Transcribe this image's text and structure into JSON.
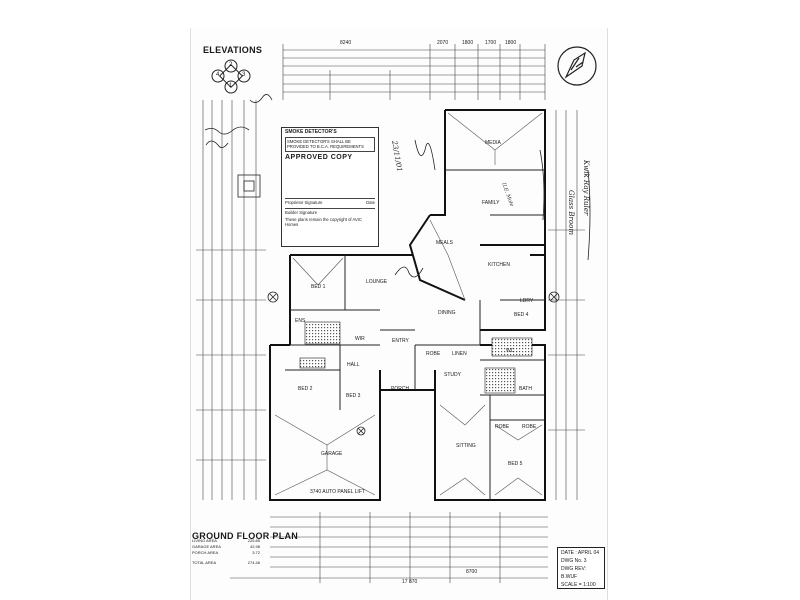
{
  "sheet": {
    "elevations_label": "ELEVATIONS",
    "elevation_markers": [
      "2",
      "3",
      "1",
      "4"
    ],
    "north_symbol": "north-arrow-icon",
    "plan_title": "GROUND FLOOR PLAN"
  },
  "rooms": {
    "media": "MEDIA",
    "family": "FAMILY",
    "meals": "MEALS",
    "kitchen": "KITCHEN",
    "lounge": "LOUNGE",
    "bed1": "BED 1",
    "dining": "DINING",
    "bed4": "BED 4",
    "wir": "WIR",
    "ens": "ENS",
    "entry": "ENTRY",
    "robe1": "ROBE",
    "linen": "LINEN",
    "hall": "HALL",
    "study": "STUDY",
    "bed2": "BED 2",
    "bed3": "BED 3",
    "porch": "PORCH",
    "garage": "GARAGE",
    "sitting": "SITTING",
    "bed5": "BED 5",
    "robe2": "ROBE",
    "robe3": "ROBE",
    "bath": "BATH",
    "wc": "WC",
    "ldry": "LDRY"
  },
  "stamp": {
    "title": "SMOKE DETECTOR'S",
    "note1": "SMOKE DETECTOR'S SHALL BE PROVIDED TO B.C.A. REQUIREMENTS",
    "approved": "APPROVED COPY",
    "owner_sig": "Proprietor Signature",
    "builder_sig": "Builder Signature",
    "date_label": "Date",
    "copyright": "These plans remain the copyright of AVIC Homes"
  },
  "title_block": {
    "date": "DATE : APRIL 04",
    "dwg": "DWG No. 3",
    "rev": "DWG REV: B.WUF",
    "scale": "SCALE = 1:100"
  },
  "areas": {
    "rows": [
      {
        "label": "LIVING AREA",
        "value": "225.85"
      },
      {
        "label": "GARAGE AREA",
        "value": "42.98"
      },
      {
        "label": "PORCH AREA",
        "value": "3.72"
      },
      {
        "label": "TOTAL AREA",
        "value": "274.46"
      }
    ]
  },
  "dimensions": {
    "top1": "8240",
    "top2": "2070",
    "top3": "1800",
    "top4": "1700",
    "top5": "1800",
    "bottom_total": "17 870",
    "bottom_mid": "8700",
    "garage_door": "3740 auto panel lift"
  },
  "annotations": {
    "a1": "Kwik Ray Ruler",
    "a2": "Glass Broom",
    "a3": "ILE. Mole",
    "a4": "23/11/01"
  }
}
